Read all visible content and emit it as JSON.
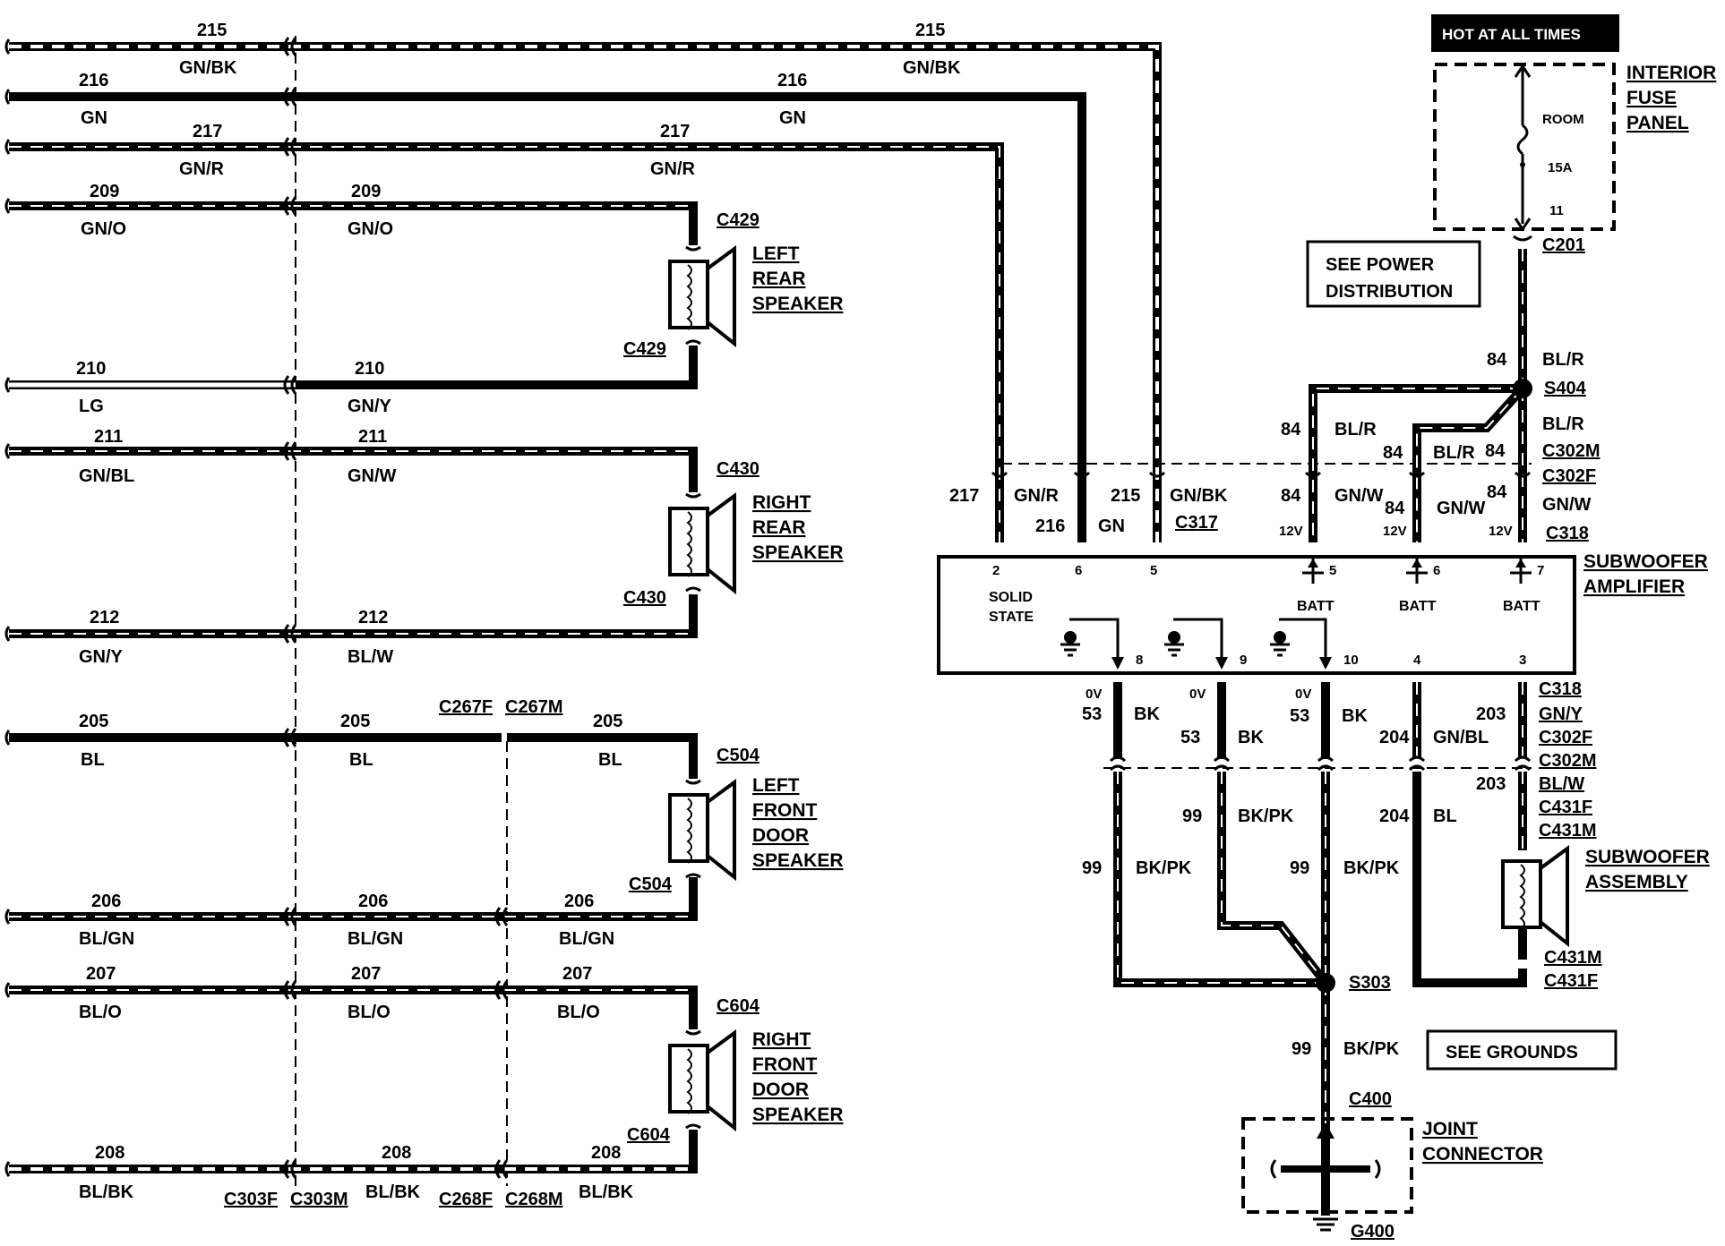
{
  "wires": {
    "w215": {
      "circuit": "215",
      "color": "GN/BK"
    },
    "w216": {
      "circuit": "216",
      "color": "GN"
    },
    "w217": {
      "circuit": "217",
      "color": "GN/R"
    },
    "w209": {
      "circuit": "209",
      "color": "GN/O"
    },
    "w210": {
      "circuit": "210",
      "color": "LG"
    },
    "w210b": {
      "circuit": "210",
      "color": "GN/Y"
    },
    "w211": {
      "circuit": "211",
      "color": "GN/BL"
    },
    "w211b": {
      "circuit": "211",
      "color": "GN/W"
    },
    "w212": {
      "circuit": "212",
      "color": "GN/Y"
    },
    "w212b": {
      "circuit": "212",
      "color": "BL/W"
    },
    "w205": {
      "circuit": "205",
      "color": "BL"
    },
    "w206": {
      "circuit": "206",
      "color": "BL/GN"
    },
    "w207": {
      "circuit": "207",
      "color": "BL/O"
    },
    "w208": {
      "circuit": "208",
      "color": "BL/BK"
    },
    "w84": {
      "circuit": "84",
      "color": "BL/R"
    },
    "w84gnw": {
      "circuit": "84",
      "color": "GN/W"
    },
    "w53": {
      "circuit": "53",
      "color": "BK"
    },
    "w203": {
      "circuit": "203",
      "color": "GN/Y"
    },
    "w203b": {
      "circuit": "203",
      "color": "BL/W"
    },
    "w204": {
      "circuit": "204",
      "color": "GN/BL"
    },
    "w204b": {
      "circuit": "204",
      "color": "BL"
    },
    "w99": {
      "circuit": "99",
      "color": "BK/PK"
    }
  },
  "connectors": {
    "c303f": "C303F",
    "c303m": "C303M",
    "c267f": "C267F",
    "c267m": "C267M",
    "c268f": "C268F",
    "c268m": "C268M",
    "c429": "C429",
    "c430": "C430",
    "c504": "C504",
    "c604": "C604",
    "c317": "C317",
    "c318": "C318",
    "c302m": "C302M",
    "c302f": "C302F",
    "c431f": "C431F",
    "c431m": "C431M",
    "c201": "C201",
    "c400": "C400",
    "s404": "S404",
    "s303": "S303",
    "g400": "G400"
  },
  "components": {
    "left_rear": [
      "LEFT",
      "REAR",
      "SPEAKER"
    ],
    "right_rear": [
      "RIGHT",
      "REAR",
      "SPEAKER"
    ],
    "left_front": [
      "LEFT",
      "FRONT",
      "DOOR",
      "SPEAKER"
    ],
    "right_front": [
      "RIGHT",
      "FRONT",
      "DOOR",
      "SPEAKER"
    ],
    "amp": [
      "SUBWOOFER",
      "AMPLIFIER"
    ],
    "sub_assembly": [
      "SUBWOOFER",
      "ASSEMBLY"
    ],
    "fuse_panel": [
      "INTERIOR",
      "FUSE",
      "PANEL"
    ],
    "joint": [
      "JOINT",
      "CONNECTOR"
    ]
  },
  "fuse": {
    "hot_label": "HOT AT ALL TIMES",
    "name": "ROOM",
    "rating": "15A",
    "cavity": "11"
  },
  "notes": {
    "power": [
      "SEE POWER",
      "DISTRIBUTION"
    ],
    "grounds": "SEE GROUNDS"
  },
  "amp": {
    "solid_state": [
      "SOLID",
      "STATE"
    ],
    "batt": "BATT",
    "v12": "12V",
    "v0": "0V",
    "pins": {
      "p2": "2",
      "p6": "6",
      "p5": "5",
      "p5b": "5",
      "p6b": "6",
      "p7": "7",
      "p8": "8",
      "p9": "9",
      "p10": "10",
      "p4": "4",
      "p3": "3"
    }
  },
  "colors": {
    "line": "#000000",
    "background": "#ffffff"
  }
}
